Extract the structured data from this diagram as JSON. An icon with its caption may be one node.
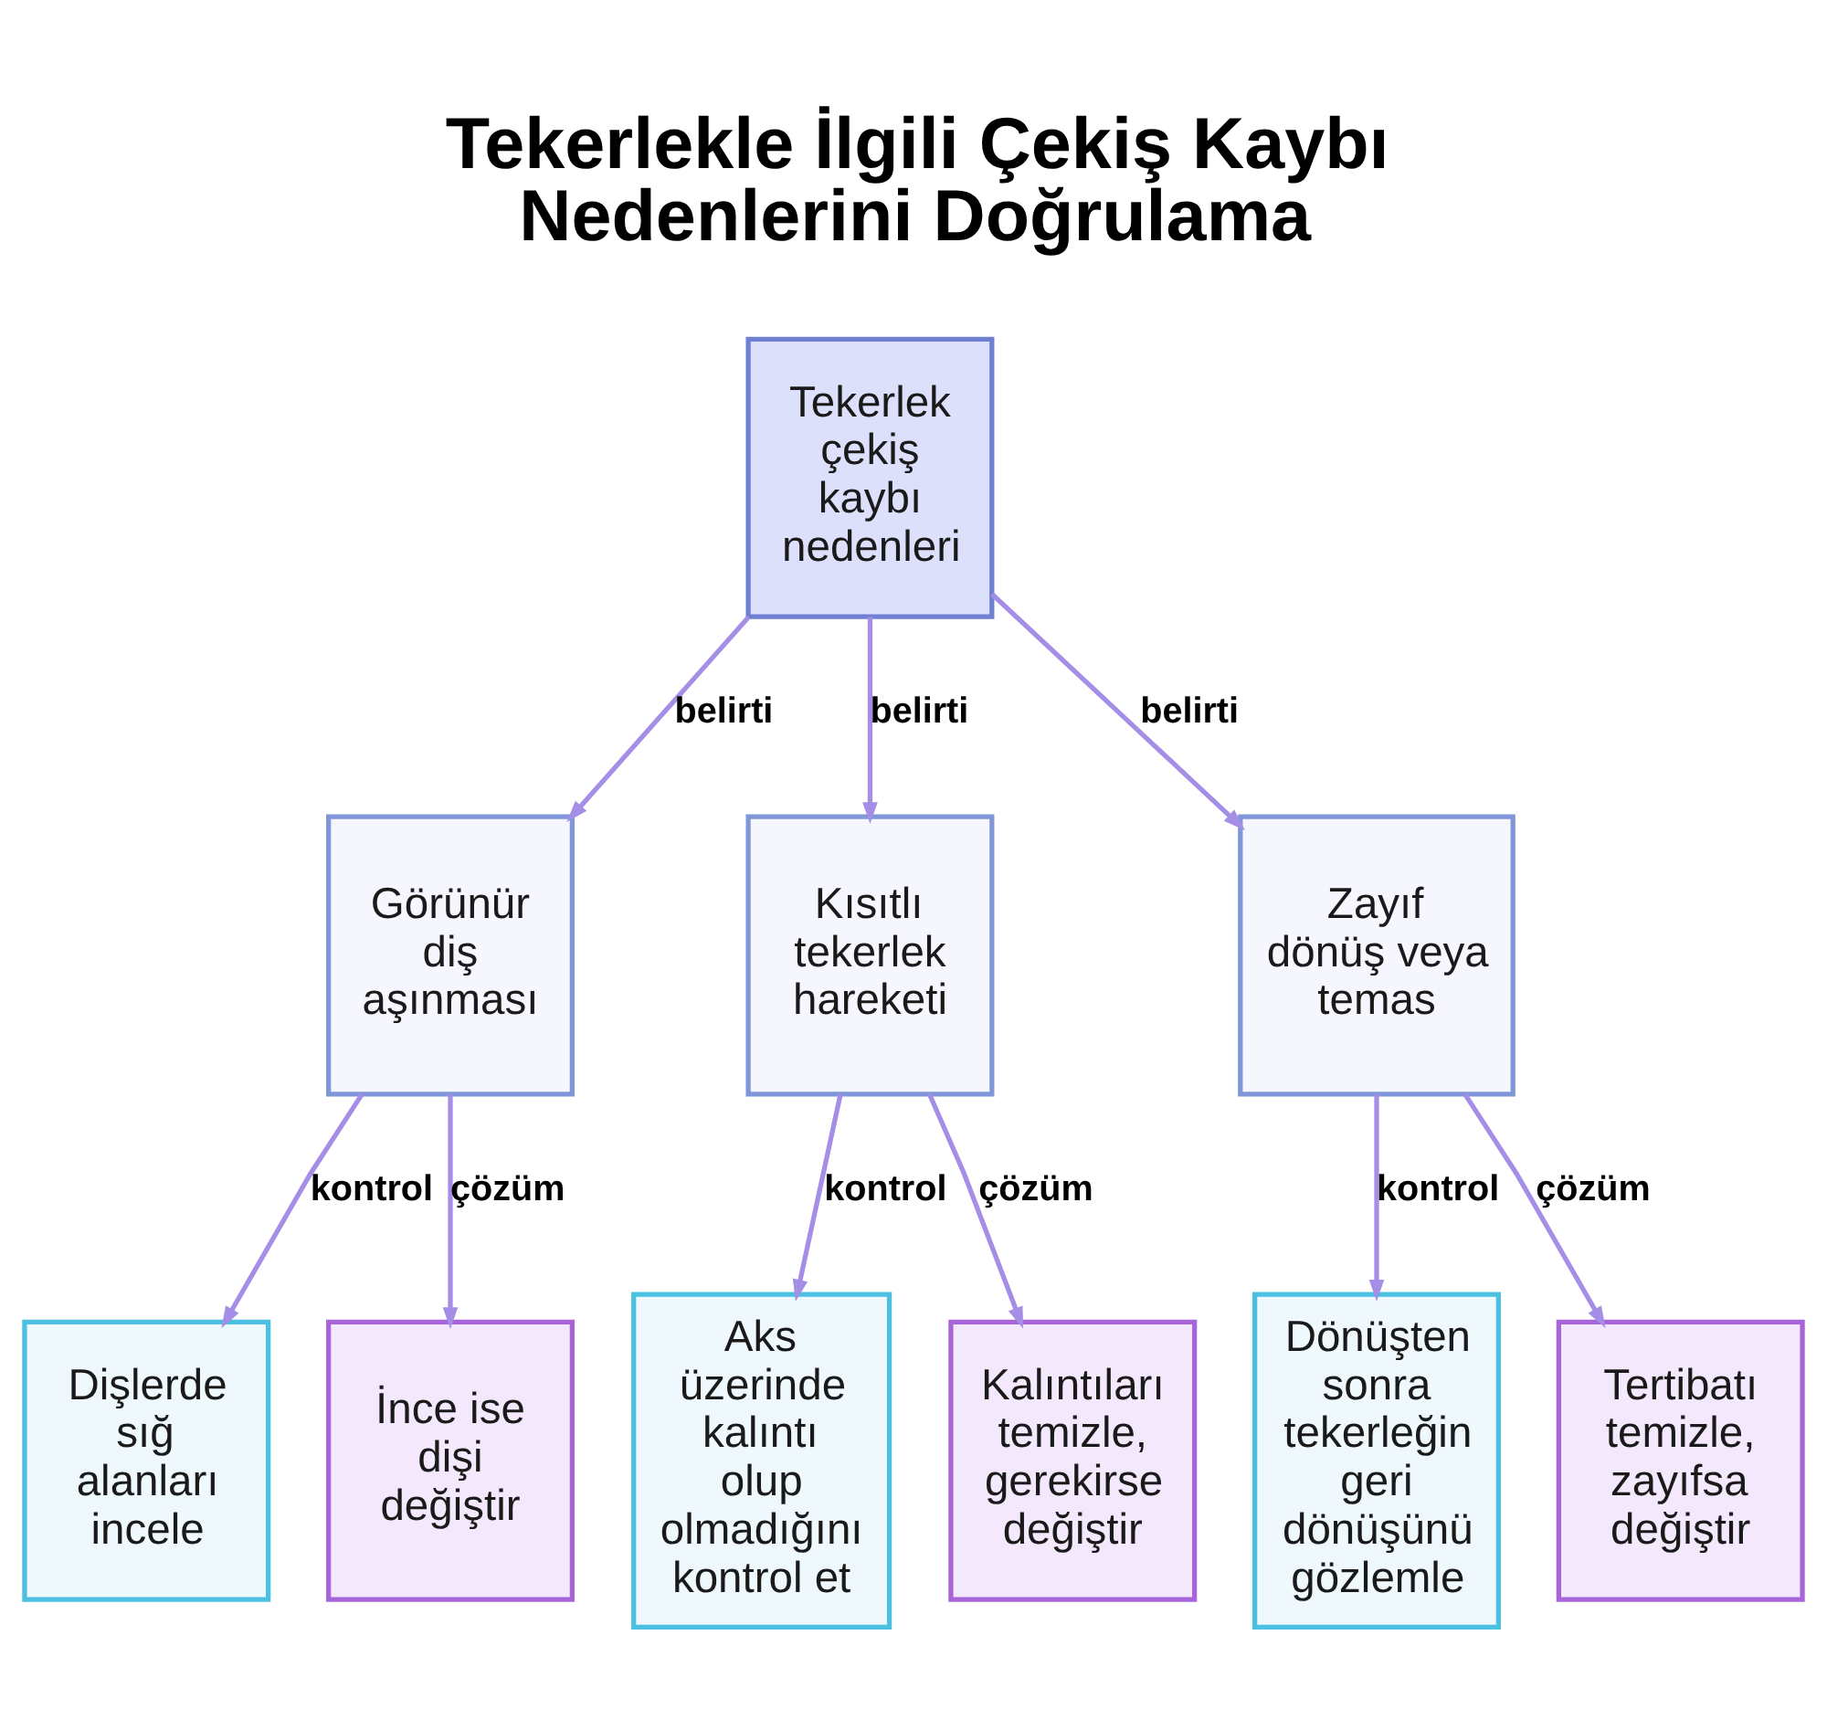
{
  "diagram": {
    "title": "Tekerlekle İlgili Çekiş Kaybı Nedenlerini Doğrulama",
    "nodes": [
      {
        "text": [
          "Tekerlek çekiş kaybı nedenleri"
        ]
      },
      {
        "text": [
          "Görünür diş aşınması"
        ]
      },
      {
        "text": [
          "Kısıtlı tekerlek hareketi"
        ]
      },
      {
        "text": [
          "Zayıf dönüş veya temas"
        ]
      },
      {
        "text": [
          "Dişlerde sığ alanları incele"
        ]
      },
      {
        "text": [
          "İnce ise dişi değiştir"
        ]
      },
      {
        "text": [
          "Aks üzerinde kalıntı olup olmadığını kontrol et"
        ]
      },
      {
        "text": [
          "Kalıntıları temizle, gerekirse değiştir"
        ]
      },
      {
        "text": [
          "Dönüşten sonra tekerleğin geri dönüşünü gözlemle"
        ]
      },
      {
        "text": [
          "Tertibatı temizle, zayıfsa değiştir"
        ]
      }
    ],
    "edges": [
      {
        "from": 0,
        "to": 1,
        "arrow": "to",
        "label": "belirti"
      },
      {
        "from": 0,
        "to": 2,
        "arrow": "to",
        "label": "belirti"
      },
      {
        "from": 0,
        "to": 3,
        "arrow": "to",
        "label": "belirti"
      },
      {
        "from": 1,
        "to": 4,
        "arrow": "to",
        "label": "kontrol"
      },
      {
        "from": 1,
        "to": 5,
        "arrow": "to",
        "label": "çözüm"
      },
      {
        "from": 2,
        "to": 6,
        "arrow": "to",
        "label": "kontrol"
      },
      {
        "from": 2,
        "to": 7,
        "arrow": "to",
        "label": "çözüm"
      },
      {
        "from": 3,
        "to": 8,
        "arrow": "to",
        "label": "kontrol"
      },
      {
        "from": 3,
        "to": 9,
        "arrow": "to",
        "label": "çözüm"
      }
    ]
  }
}
